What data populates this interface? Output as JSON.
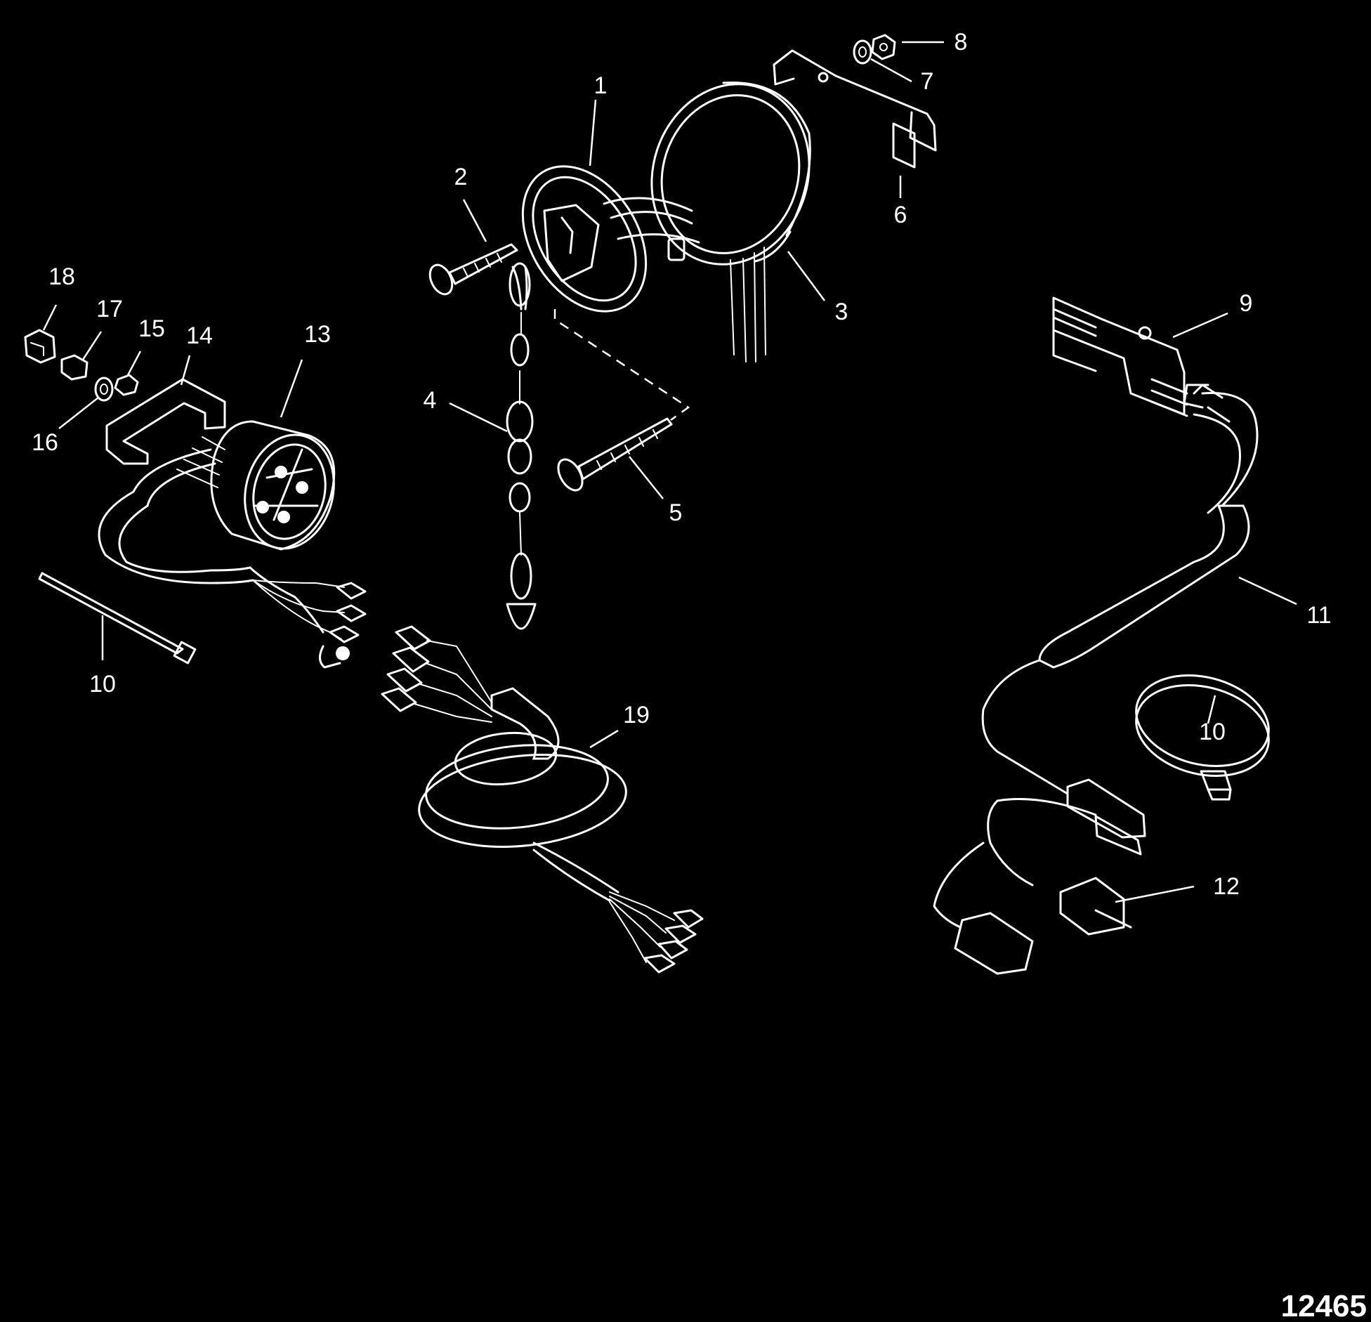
{
  "callouts": [
    {
      "id": "c1",
      "text": "1"
    },
    {
      "id": "c2",
      "text": "2"
    },
    {
      "id": "c3",
      "text": "3"
    },
    {
      "id": "c4",
      "text": "4"
    },
    {
      "id": "c5",
      "text": "5"
    },
    {
      "id": "c6",
      "text": "6"
    },
    {
      "id": "c7",
      "text": "7"
    },
    {
      "id": "c8",
      "text": "8"
    },
    {
      "id": "c9",
      "text": "9"
    },
    {
      "id": "c10a",
      "text": "10"
    },
    {
      "id": "c10b",
      "text": "10"
    },
    {
      "id": "c11",
      "text": "11"
    },
    {
      "id": "c12",
      "text": "12"
    },
    {
      "id": "c13",
      "text": "13"
    },
    {
      "id": "c14",
      "text": "14"
    },
    {
      "id": "c15",
      "text": "15"
    },
    {
      "id": "c16",
      "text": "16"
    },
    {
      "id": "c17",
      "text": "17"
    },
    {
      "id": "c18",
      "text": "18"
    },
    {
      "id": "c19",
      "text": "19"
    }
  ],
  "figure_number": "12465",
  "colors": {
    "background": "#000000",
    "line": "#ffffff"
  }
}
